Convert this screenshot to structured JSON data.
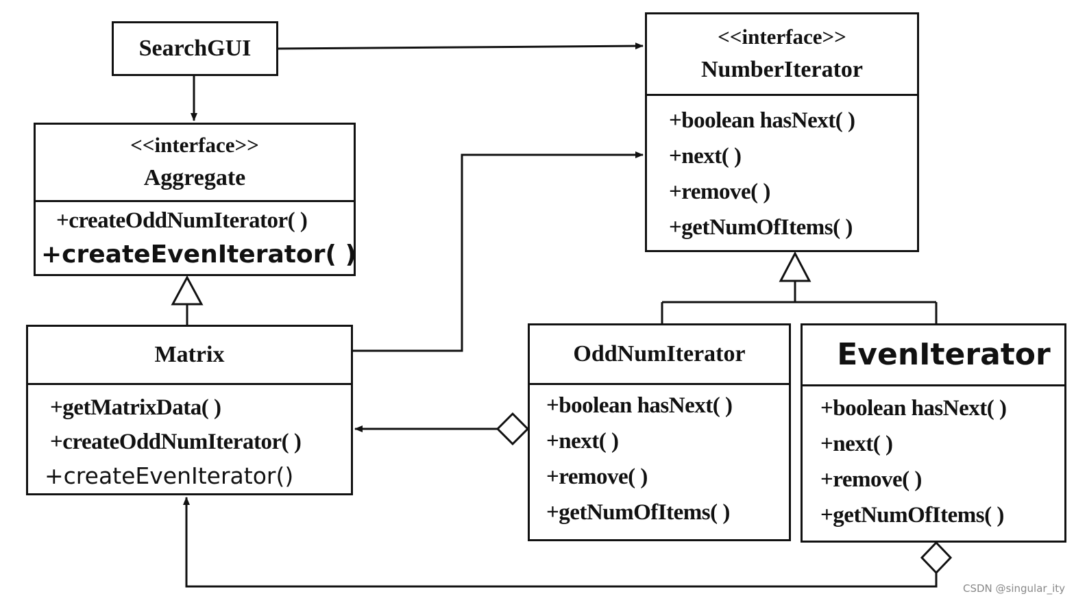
{
  "classes": {
    "search_gui": {
      "name": "SearchGUI"
    },
    "aggregate": {
      "stereotype": "<<interface>>",
      "name": "Aggregate",
      "operations": [
        "+createOddNumIterator( )",
        "+createEvenIterator( )"
      ]
    },
    "matrix": {
      "name": "Matrix",
      "operations": [
        "+getMatrixData( )",
        "+createOddNumIterator( )",
        "+createEvenIterator()"
      ]
    },
    "number_iterator": {
      "stereotype": "<<interface>>",
      "name": "NumberIterator",
      "operations": [
        "+boolean hasNext( )",
        "+next( )",
        "+remove( )",
        "+getNumOfItems( )"
      ]
    },
    "odd_num_iterator": {
      "name": "OddNumIterator",
      "operations": [
        "+boolean hasNext( )",
        "+next( )",
        "+remove( )",
        "+getNumOfItems( )"
      ]
    },
    "even_iterator": {
      "name": "EvenIterator",
      "operations": [
        "+boolean hasNext( )",
        "+next( )",
        "+remove( )",
        "+getNumOfItems( )"
      ]
    }
  },
  "relationships": [
    {
      "from": "SearchGUI",
      "to": "NumberIterator",
      "type": "association"
    },
    {
      "from": "SearchGUI",
      "to": "Aggregate",
      "type": "association"
    },
    {
      "from": "Matrix",
      "to": "Aggregate",
      "type": "realization"
    },
    {
      "from": "Matrix",
      "to": "NumberIterator",
      "type": "association"
    },
    {
      "from": "OddNumIterator",
      "to": "NumberIterator",
      "type": "realization"
    },
    {
      "from": "EvenIterator",
      "to": "NumberIterator",
      "type": "realization"
    },
    {
      "from": "OddNumIterator",
      "to": "Matrix",
      "type": "aggregation"
    },
    {
      "from": "EvenIterator",
      "to": "Matrix",
      "type": "aggregation"
    }
  ],
  "watermark": "CSDN @singular_ity",
  "colors": {
    "line": "#111111",
    "background": "#ffffff",
    "watermark": "#888888"
  }
}
